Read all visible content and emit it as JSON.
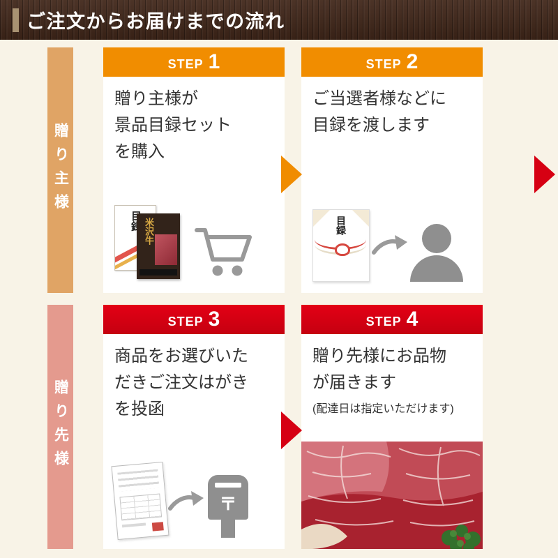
{
  "header": {
    "title": "ご注文からお届けまでの流れ"
  },
  "rows": [
    {
      "side_label": "贈り主様",
      "steps": [
        {
          "step_word": "STEP",
          "step_num": "1",
          "text": "贈り主様が\n景品目録セット\nを購入"
        },
        {
          "step_word": "STEP",
          "step_num": "2",
          "text": "ご当選者様などに\n目録を渡します"
        }
      ]
    },
    {
      "side_label": "贈り先様",
      "steps": [
        {
          "step_word": "STEP",
          "step_num": "3",
          "text": "商品をお選びいた\nだきご注文はがき\nを投函"
        },
        {
          "step_word": "STEP",
          "step_num": "4",
          "text": "贈り先様にお品物\nが届きます",
          "note": "(配達日は指定いただけます)"
        }
      ]
    }
  ],
  "icons": {
    "catalog_back_label": "目録",
    "catalog_front_label": "米沢牛",
    "envelope_label": "目録",
    "postbox_mark": "〒"
  },
  "colors": {
    "background": "#f8f3e7",
    "header_bg": "#41271a",
    "header_accent": "#a89272",
    "step_orange": "#f18d00",
    "step_red": "#d60013",
    "side_label_sender": "#e0a465",
    "side_label_recipient": "#e49a8e",
    "card_bg": "#ffffff",
    "text": "#333333",
    "icon_gray": "#8f8f8f"
  }
}
